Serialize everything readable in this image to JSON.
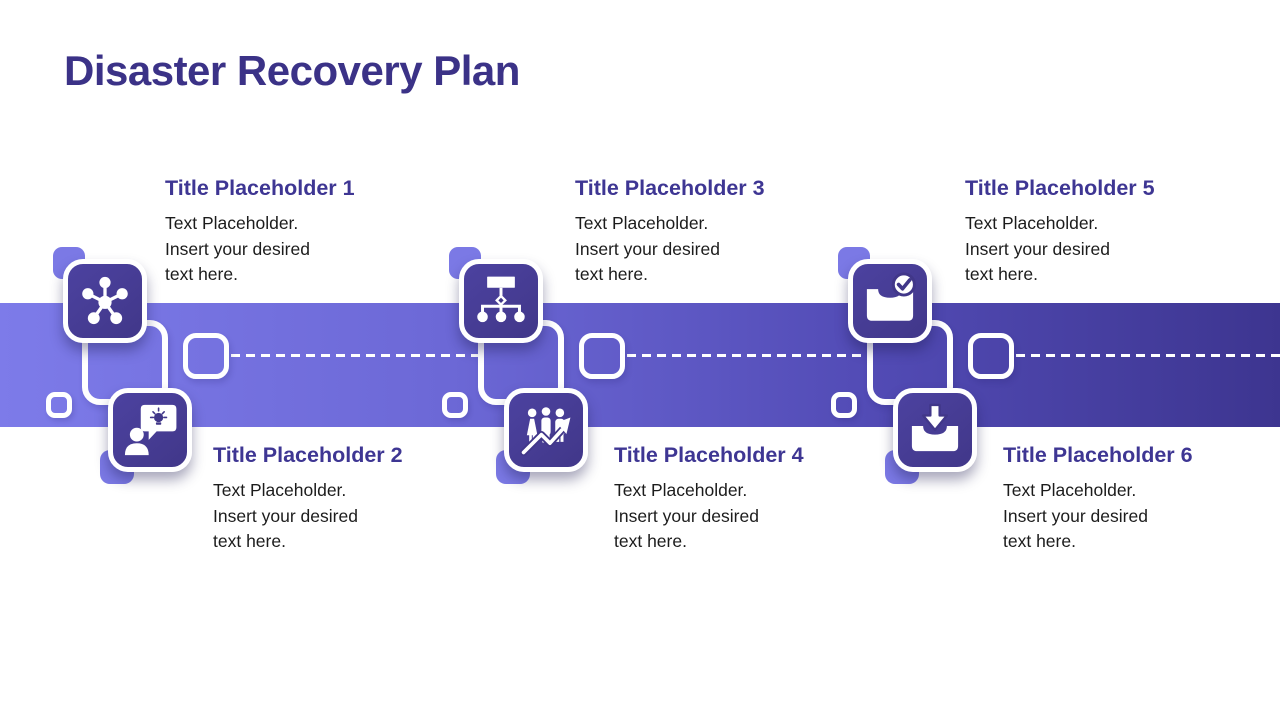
{
  "slide": {
    "title": "Disaster Recovery Plan"
  },
  "colors": {
    "heading_text": "#3B3287",
    "item_title_text": "#3E3693",
    "body_text": "#1C1C1C",
    "band_gradient_left": "#7D7BE9",
    "band_gradient_right": "#3D3590",
    "icon_tile_fill": "#453B92",
    "accent_square": "#7B79E5",
    "outline_shapes": "#FFFFFF"
  },
  "items": [
    {
      "number": "1",
      "title": "Title Placeholder 1",
      "icon": "network-hub-icon",
      "lines": [
        "Text Placeholder.",
        "Insert your desired",
        "text here."
      ]
    },
    {
      "number": "2",
      "title": "Title Placeholder 2",
      "icon": "idea-discussion-icon",
      "lines": [
        "Text Placeholder.",
        "Insert your desired",
        "text here."
      ]
    },
    {
      "number": "3",
      "title": "Title Placeholder 3",
      "icon": "org-chart-icon",
      "lines": [
        "Text Placeholder.",
        "Insert your desired",
        "text here."
      ]
    },
    {
      "number": "4",
      "title": "Title Placeholder 4",
      "icon": "team-growth-icon",
      "lines": [
        "Text Placeholder.",
        "Insert your desired",
        "text here."
      ]
    },
    {
      "number": "5",
      "title": "Title Placeholder 5",
      "icon": "inbox-approved-icon",
      "lines": [
        "Text Placeholder.",
        "Insert your desired",
        "text here."
      ]
    },
    {
      "number": "6",
      "title": "Title Placeholder 6",
      "icon": "inbox-download-icon",
      "lines": [
        "Text Placeholder.",
        "Insert your desired",
        "text here."
      ]
    }
  ]
}
